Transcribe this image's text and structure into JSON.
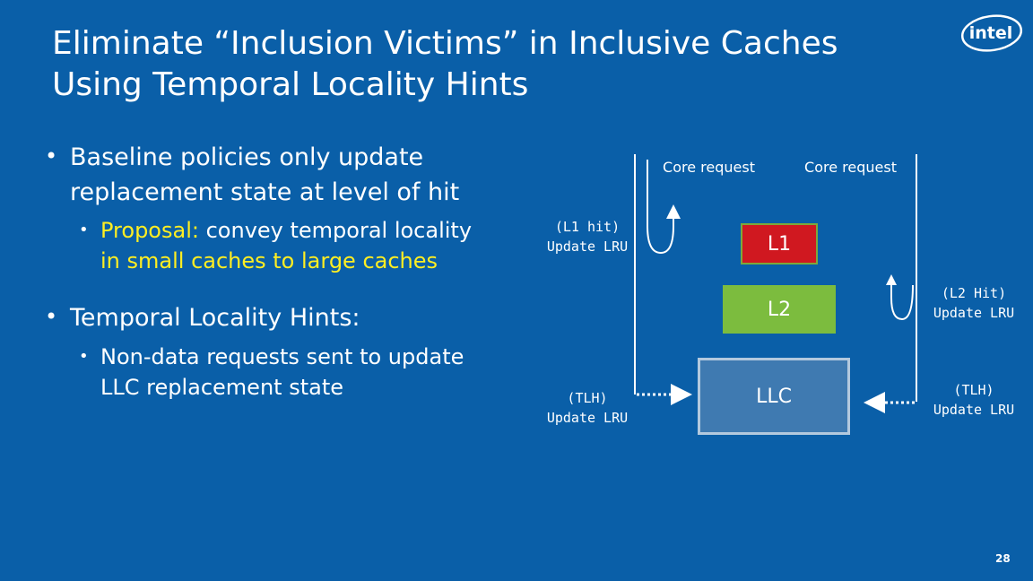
{
  "title": {
    "line1": "Eliminate “Inclusion Victims” in Inclusive Caches",
    "line2": "Using Temporal Locality Hints"
  },
  "logo": {
    "text": "intel"
  },
  "bullets": {
    "b1": {
      "line1": "Baseline policies only update",
      "line2": "replacement state at level of hit"
    },
    "b1_sub": {
      "highlight": "Proposal:",
      "rest": " convey temporal locality",
      "line2": "in small caches to large caches"
    },
    "b2": {
      "text": "Temporal Locality Hints:"
    },
    "b2_sub": {
      "line1": "Non-data requests sent to update",
      "line2": "LLC replacement state"
    }
  },
  "diagram": {
    "core_request_left": "Core request",
    "core_request_right": "Core request",
    "l1_hit": {
      "line1": "(L1 hit)",
      "line2": "Update LRU"
    },
    "tlh_left": {
      "line1": "(TLH)",
      "line2": "Update LRU"
    },
    "l2_hit": {
      "line1": "(L2 Hit)",
      "line2": "Update LRU"
    },
    "tlh_right": {
      "line1": "(TLH)",
      "line2": "Update LRU"
    },
    "boxes": {
      "l1": "L1",
      "l2": "L2",
      "llc": "LLC"
    }
  },
  "page_number": "28",
  "colors": {
    "background": "#0a5fa8",
    "accent": "#ffee22",
    "l1": "#d01820",
    "l2": "#7cbc3e",
    "llc": "#3f7ab1"
  }
}
